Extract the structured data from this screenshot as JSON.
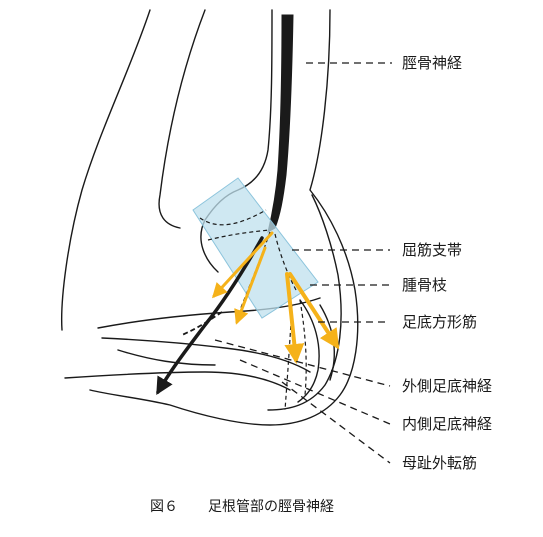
{
  "labels": {
    "tibial_nerve": "脛骨神経",
    "flexor_retinaculum": "屈筋支帯",
    "calcaneal_branch": "腫骨枝",
    "quadratus_plantae": "足底方形筋",
    "lateral_plantar_nerve": "外側足底神経",
    "medial_plantar_nerve": "内側足底神経",
    "abductor_hallucis": "母趾外転筋"
  },
  "caption": {
    "number": "図６",
    "text": "足根管部の脛骨神経"
  },
  "colors": {
    "line": "#1a1a1a",
    "retinaculum_fill": "#bfe0ee",
    "retinaculum_stroke": "#8cc4dc",
    "arrow": "#f5b21a",
    "background": "#ffffff"
  }
}
